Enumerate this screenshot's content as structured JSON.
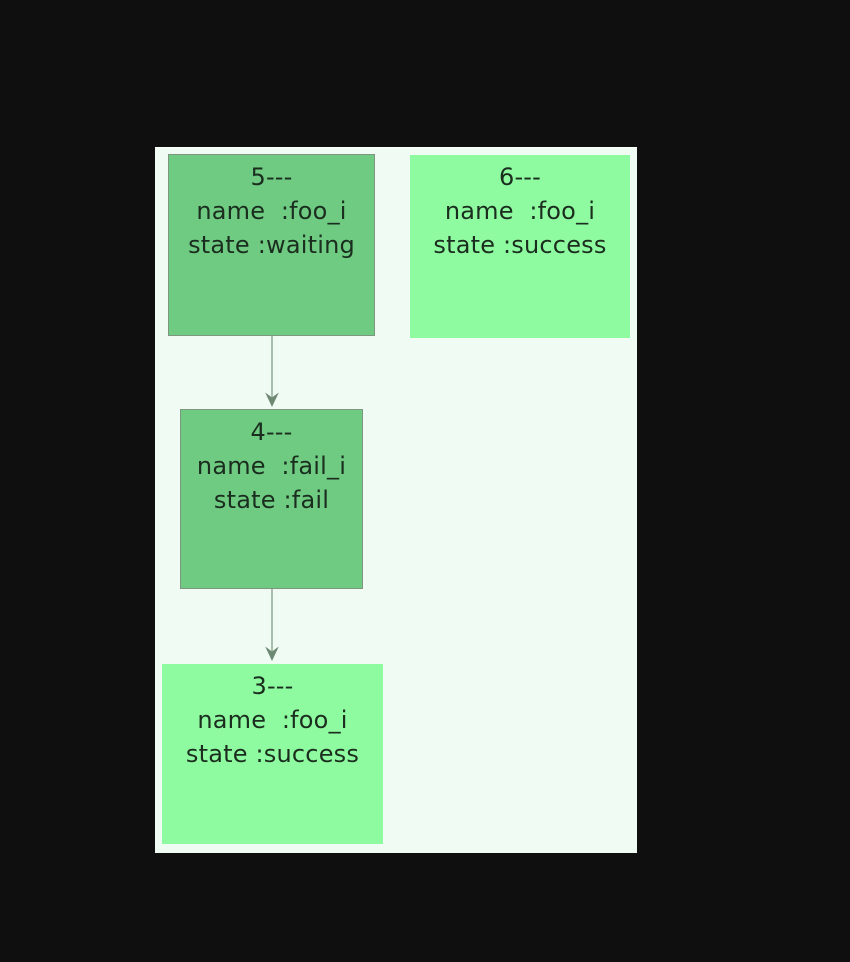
{
  "page": {
    "background_color": "#0e0f0e",
    "panel_background_color": "#f0fbf4"
  },
  "diagram": {
    "type": "job-state-dependency-graph",
    "text_color": "#1a2d1e",
    "edge_line_color": "#a8bfae",
    "arrowhead_color": "#6d8873",
    "nodes": [
      {
        "id": "5",
        "id_line": "5---",
        "name_line": "name  :foo_i",
        "state_line": "state :waiting",
        "name": "foo_i",
        "state": "waiting",
        "fill": "#6fcb82",
        "border": "#7d967f"
      },
      {
        "id": "6",
        "id_line": "6---",
        "name_line": "name  :foo_i",
        "state_line": "state :success",
        "name": "foo_i",
        "state": "success",
        "fill": "#8ffba0",
        "border": ""
      },
      {
        "id": "4",
        "id_line": "4---",
        "name_line": "name  :fail_i",
        "state_line": "state :fail",
        "name": "fail_i",
        "state": "fail",
        "fill": "#6fcb82",
        "border": "#7d967f"
      },
      {
        "id": "3",
        "id_line": "3---",
        "name_line": "name  :foo_i",
        "state_line": "state :success",
        "name": "foo_i",
        "state": "success",
        "fill": "#8ffba0",
        "border": ""
      }
    ],
    "edges": [
      {
        "from": "5",
        "to": "4"
      },
      {
        "from": "4",
        "to": "3"
      }
    ]
  }
}
